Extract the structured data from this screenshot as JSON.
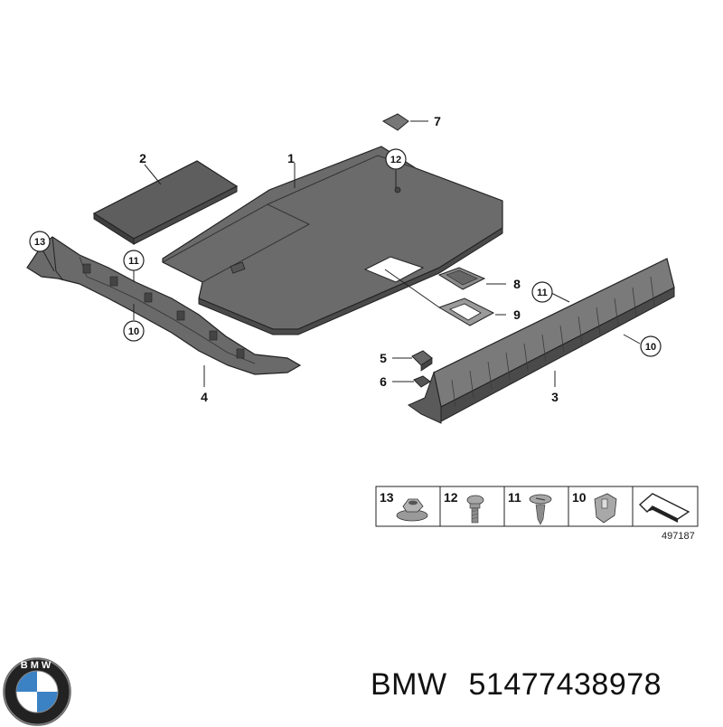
{
  "diagram": {
    "callouts": {
      "c1": "1",
      "c2": "2",
      "c3": "3",
      "c4": "4",
      "c5": "5",
      "c6": "6",
      "c7": "7",
      "c8": "8",
      "c9": "9",
      "c10a": "10",
      "c10b": "10",
      "c11a": "11",
      "c11b": "11",
      "c12": "12",
      "c13": "13"
    },
    "legend": {
      "items": [
        "13",
        "12",
        "11",
        "10"
      ],
      "figure_id": "497187"
    }
  },
  "logo": {
    "text": "BMW"
  },
  "caption": {
    "brand": "BMW",
    "part_number": "51477438978"
  },
  "colors": {
    "part_fill": "#6b6b6b",
    "part_dark": "#4a4a4a",
    "part_light": "#8a8a8a",
    "outline": "#222222"
  }
}
